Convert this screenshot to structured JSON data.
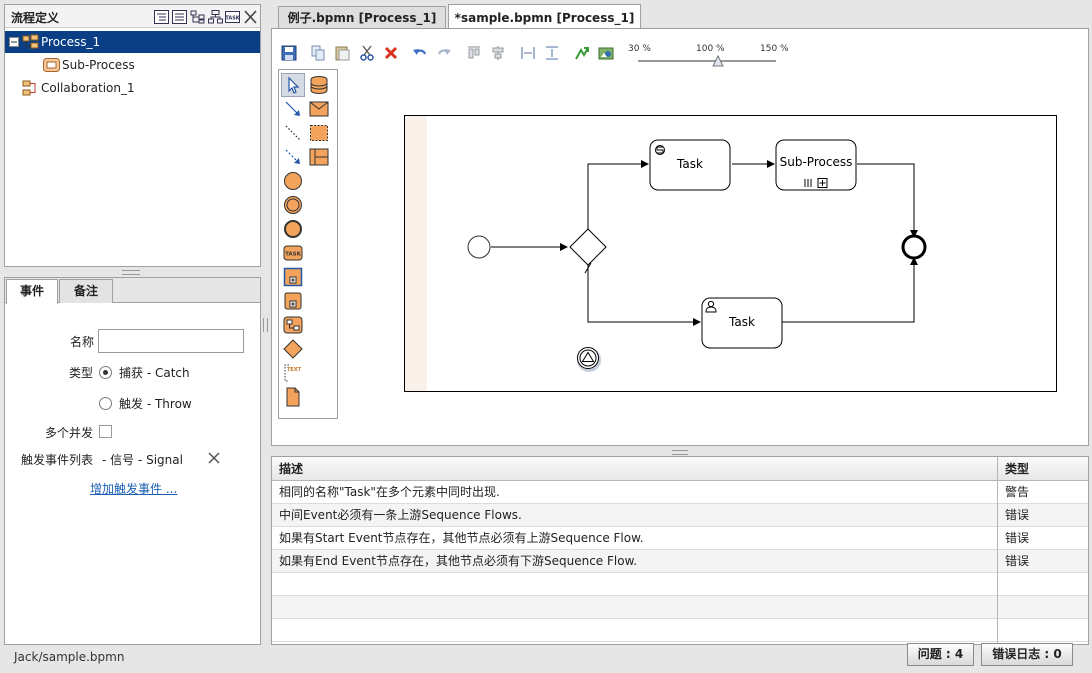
{
  "tree": {
    "title": "流程定义",
    "items": [
      {
        "label": "Process_1"
      },
      {
        "label": "Sub-Process"
      },
      {
        "label": "Collaboration_1"
      }
    ]
  },
  "properties": {
    "tabs": [
      {
        "label": "事件"
      },
      {
        "label": "备注"
      }
    ],
    "name_label": "名称",
    "name_value": "",
    "type_label": "类型",
    "type_options": [
      {
        "label": "捕获 - Catch",
        "selected": true
      },
      {
        "label": "触发 - Throw",
        "selected": false
      }
    ],
    "parallel_label": "多个并发",
    "trigger_list_label": "触发事件列表",
    "trigger_item": "- 信号 - Signal",
    "add_trigger_link": "增加触发事件 ..."
  },
  "editor": {
    "tabs": [
      {
        "label": "例子.bpmn [Process_1]",
        "active": false
      },
      {
        "label": "*sample.bpmn [Process_1]",
        "active": true
      }
    ],
    "zoom": {
      "labels": [
        "30 %",
        "100 %",
        "150 %"
      ],
      "value": 100
    },
    "diagram": {
      "nodes": [
        {
          "label": "Task"
        },
        {
          "label": "Sub-Process"
        },
        {
          "label": "Task"
        }
      ],
      "markers": {
        "icon": "TASK",
        "text": "TEXT"
      }
    }
  },
  "problems": {
    "columns": [
      "描述",
      "类型"
    ],
    "rows": [
      {
        "desc": "相同的名称\"Task\"在多个元素中同时出现.",
        "type": "警告"
      },
      {
        "desc": "中间Event必须有一条上游Sequence Flows.",
        "type": "错误"
      },
      {
        "desc": "如果有Start Event节点存在，其他节点必须有上游Sequence Flow.",
        "type": "错误"
      },
      {
        "desc": "如果有End Event节点存在，其他节点必须有下游Sequence Flow.",
        "type": "错误"
      }
    ]
  },
  "status": {
    "path": "Jack/sample.bpmn",
    "problems_button": "问题 : 4",
    "errors_button": "错误日志 : 0"
  },
  "colors": {
    "accent": "#0a3f86",
    "palette_orange": "#f3a35c",
    "link": "#1a5fb4"
  }
}
